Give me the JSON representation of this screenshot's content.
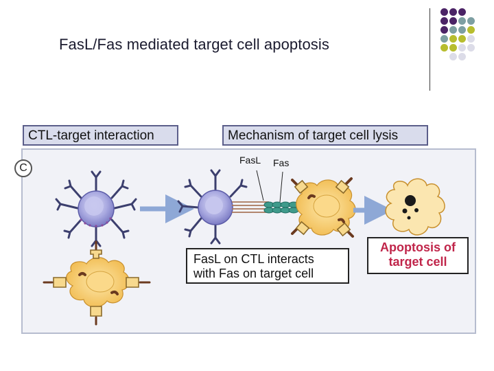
{
  "slide": {
    "title": "FasL/Fas mediated target cell apoptosis"
  },
  "figure": {
    "panel_letter": "C",
    "headers": {
      "left": "CTL-target interaction",
      "right": "Mechanism of target cell lysis"
    },
    "labels": {
      "fasl": "FasL",
      "fas": "Fas"
    },
    "callouts": {
      "interaction_line1": "FasL on CTL interacts",
      "interaction_line2": "with Fas on target cell",
      "apoptosis_line1": "Apoptosis of",
      "apoptosis_line2": "target cell"
    }
  },
  "colors": {
    "dot_grid": [
      [
        "#4b2366",
        "#4b2366",
        "#4b2366",
        null
      ],
      [
        "#4b2366",
        "#4b2366",
        "#7d9fa2",
        "#7d9fa2"
      ],
      [
        "#4b2366",
        "#7d9fa2",
        "#7d9fa2",
        "#b7bd2e"
      ],
      [
        "#7d9fa2",
        "#b7bd2e",
        "#b7bd2e",
        "#dcdce8"
      ],
      [
        "#b7bd2e",
        "#b7bd2e",
        "#dcdce8",
        "#dcdce8"
      ],
      [
        null,
        "#dcdce8",
        "#dcdce8",
        null
      ]
    ],
    "apoptosis_text": "#c0254a",
    "ctl_cell": "#a9a9e0",
    "target_cell": "#f2c25a",
    "arrow": "#8ea8d6"
  }
}
